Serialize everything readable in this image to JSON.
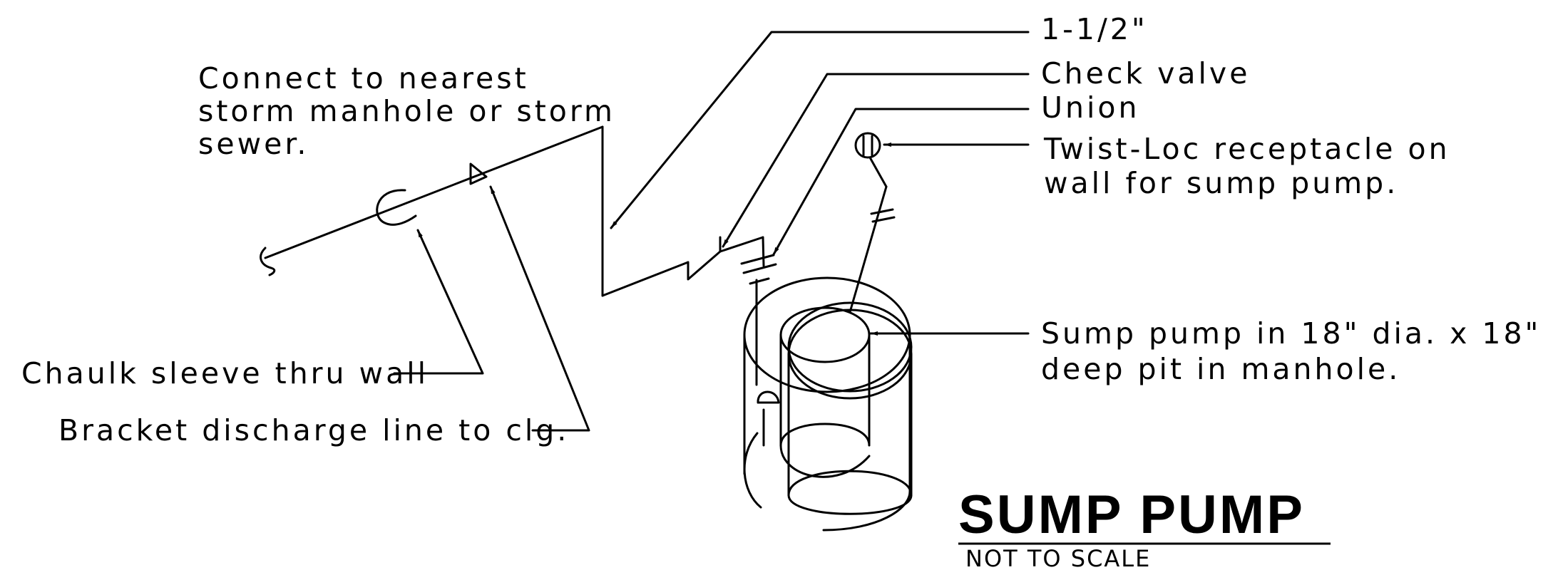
{
  "callouts": {
    "pipe_size": "1-1/2\"",
    "check_valve": "Check valve",
    "union": "Union",
    "receptacle_line1": "Twist-Loc receptacle on",
    "receptacle_line2": "wall for sump pump.",
    "connect_line1": "Connect to nearest",
    "connect_line2": "storm manhole or storm",
    "connect_line3": "sewer.",
    "caulk_sleeve": "Chaulk sleeve thru wall",
    "bracket": "Bracket discharge line to clg.",
    "pump_line1": "Sump pump in 18\" dia. x 18\"",
    "pump_line2": "deep pit in manhole."
  },
  "title_block": {
    "title": "SUMP PUMP",
    "scale_note": "NOT TO SCALE"
  }
}
